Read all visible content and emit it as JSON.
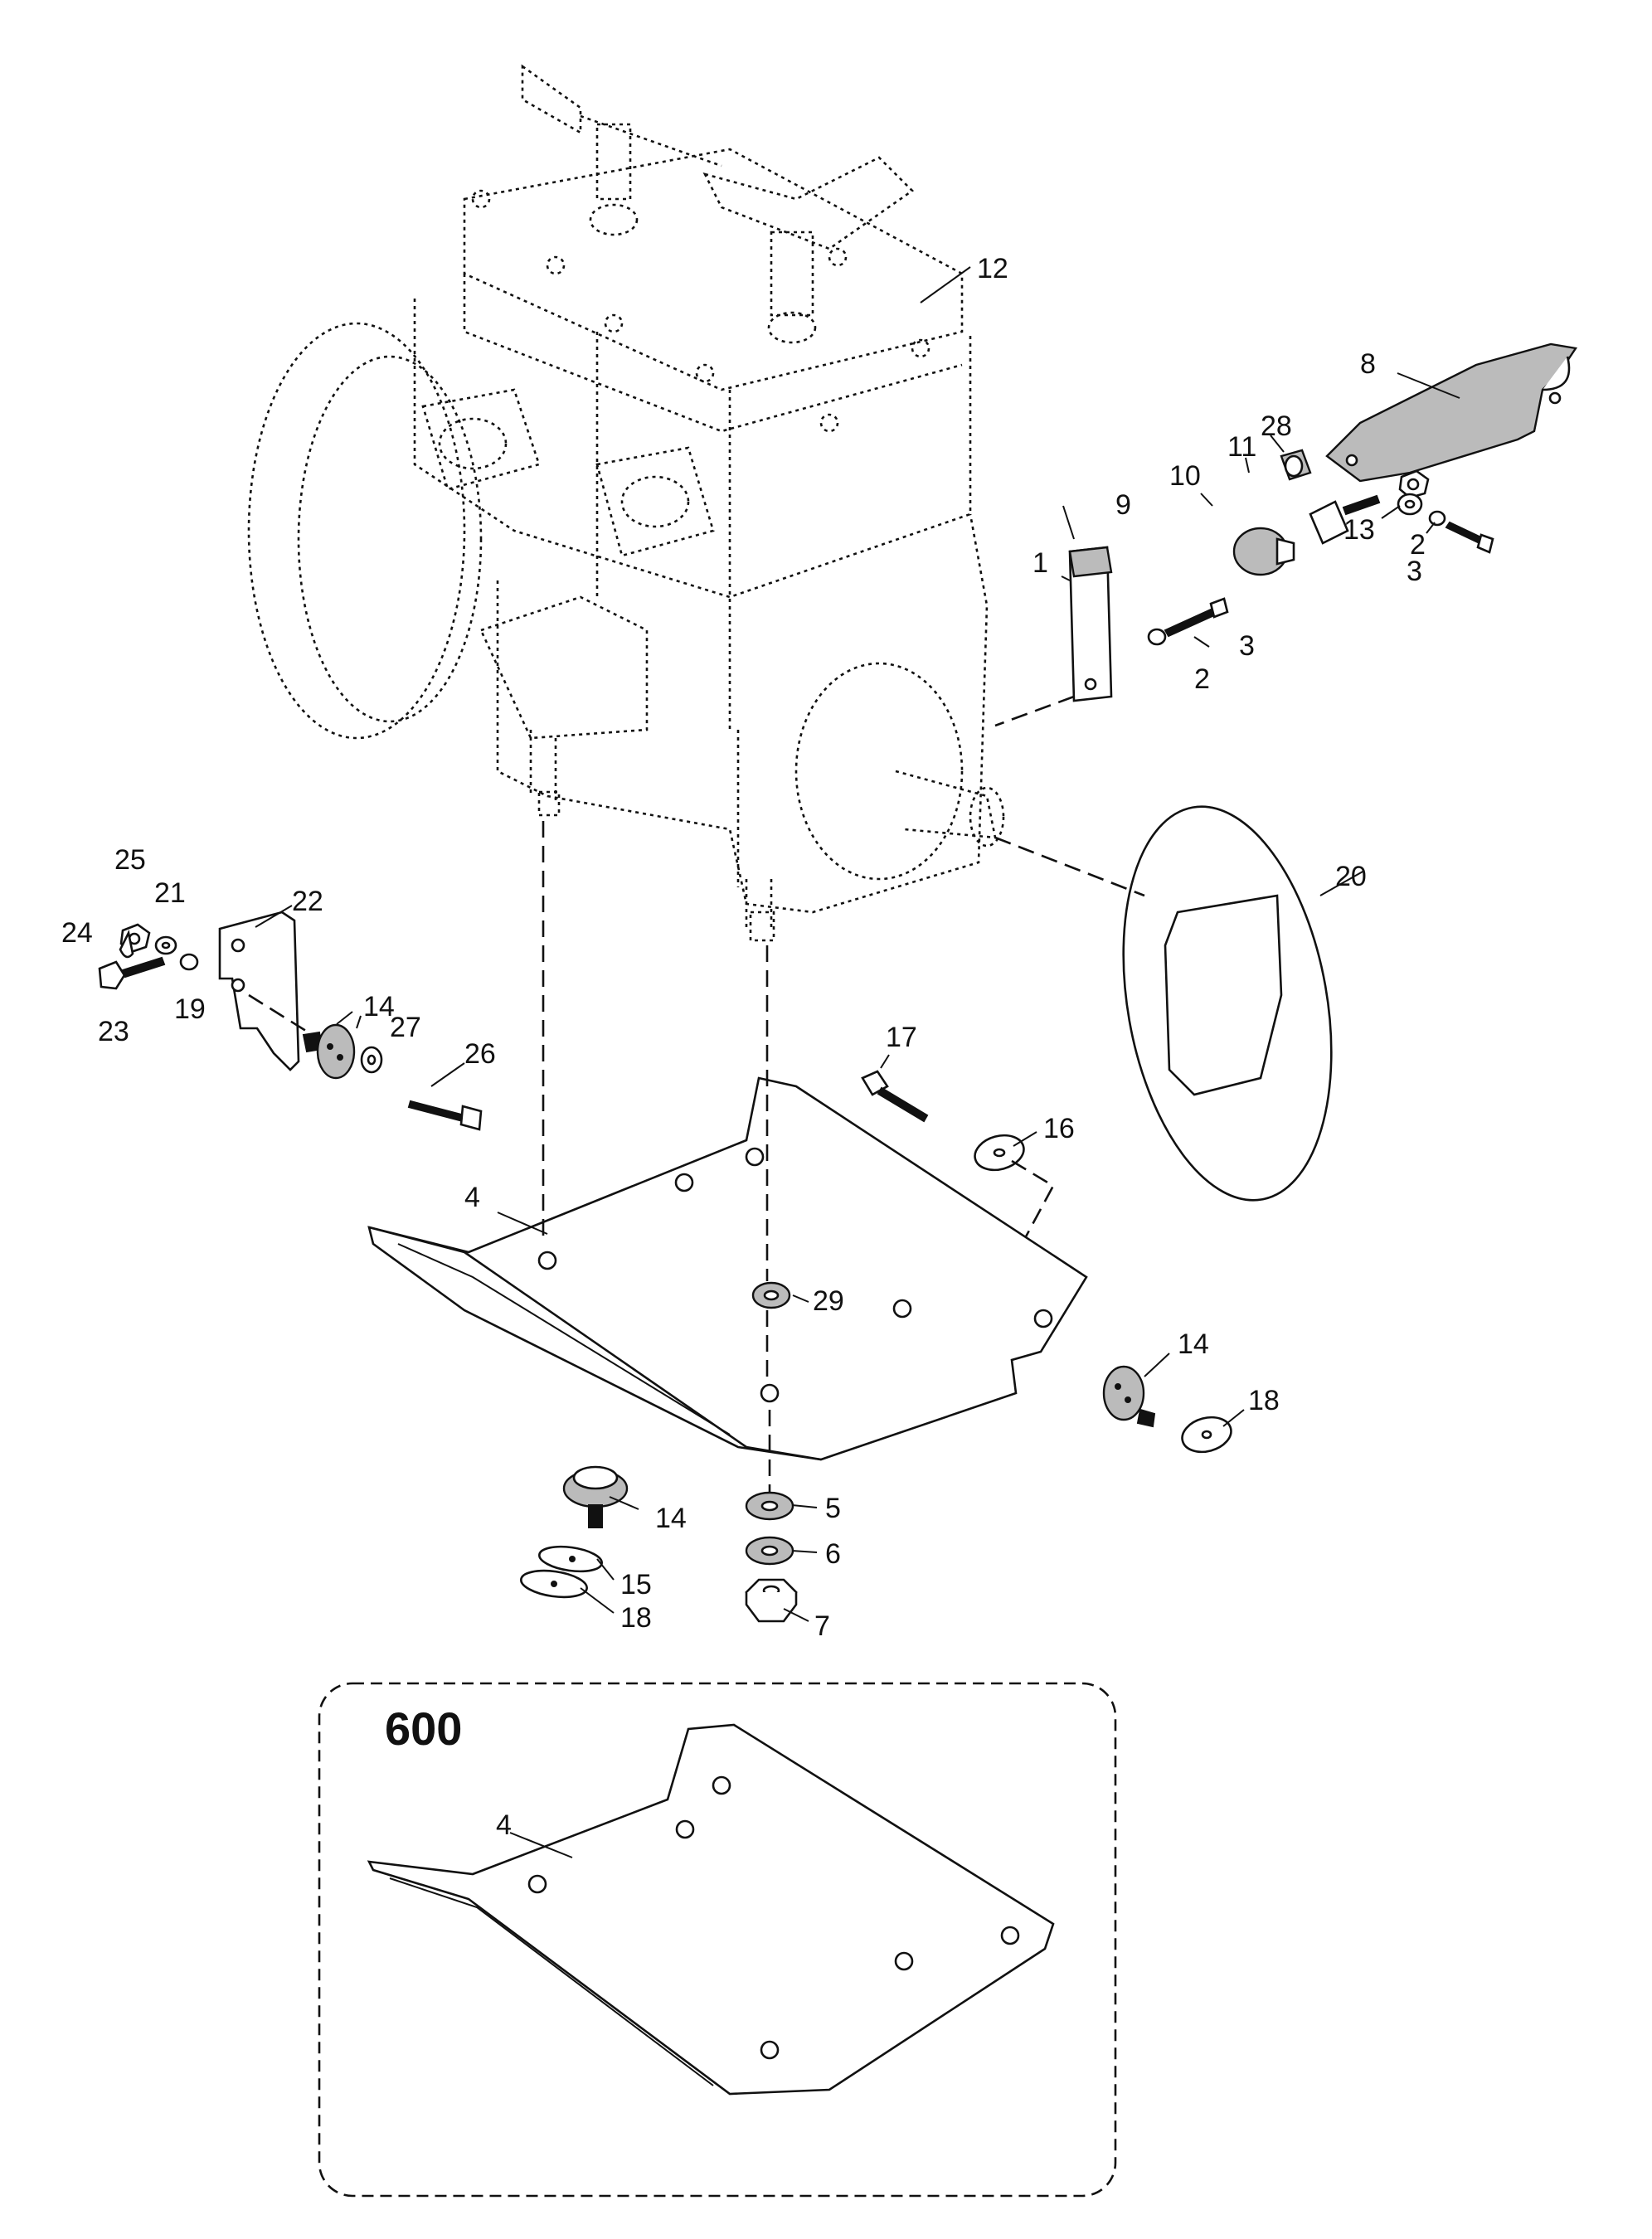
{
  "inset_label": "600",
  "callouts": [
    {
      "id": "c12",
      "text": "12"
    },
    {
      "id": "c8",
      "text": "8"
    },
    {
      "id": "c28",
      "text": "28"
    },
    {
      "id": "c11",
      "text": "11"
    },
    {
      "id": "c10",
      "text": "10"
    },
    {
      "id": "c9",
      "text": "9"
    },
    {
      "id": "c1",
      "text": "1"
    },
    {
      "id": "c13",
      "text": "13"
    },
    {
      "id": "c2a",
      "text": "2"
    },
    {
      "id": "c3a",
      "text": "3"
    },
    {
      "id": "c3b",
      "text": "3"
    },
    {
      "id": "c2b",
      "text": "2"
    },
    {
      "id": "c20",
      "text": "20"
    },
    {
      "id": "c25",
      "text": "25"
    },
    {
      "id": "c21",
      "text": "21"
    },
    {
      "id": "c22",
      "text": "22"
    },
    {
      "id": "c24",
      "text": "24"
    },
    {
      "id": "c14a",
      "text": "14"
    },
    {
      "id": "c19",
      "text": "19"
    },
    {
      "id": "c23",
      "text": "23"
    },
    {
      "id": "c27",
      "text": "27"
    },
    {
      "id": "c26",
      "text": "26"
    },
    {
      "id": "c17",
      "text": "17"
    },
    {
      "id": "c16",
      "text": "16"
    },
    {
      "id": "c4a",
      "text": "4"
    },
    {
      "id": "c29",
      "text": "29"
    },
    {
      "id": "c14b",
      "text": "14"
    },
    {
      "id": "c18a",
      "text": "18"
    },
    {
      "id": "c14c",
      "text": "14"
    },
    {
      "id": "c5",
      "text": "5"
    },
    {
      "id": "c6",
      "text": "6"
    },
    {
      "id": "c15",
      "text": "15"
    },
    {
      "id": "c18b",
      "text": "18"
    },
    {
      "id": "c7",
      "text": "7"
    },
    {
      "id": "c4b",
      "text": "4"
    }
  ]
}
